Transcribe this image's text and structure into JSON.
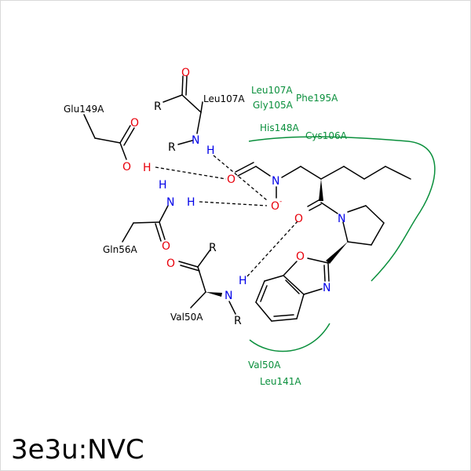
{
  "title": "3e3u:NVC",
  "colors": {
    "bond": "#000000",
    "oxygen": "#e8000b",
    "nitrogen": "#0000e8",
    "hydrogen": "#0000e8",
    "residue_green": "#0a8f3c",
    "frame": "#d9d9d9"
  },
  "residues": {
    "glu149": "Glu149A",
    "leu107_top": "Leu107A",
    "gln56": "Gln56A",
    "val50_left": "Val50A",
    "leu107_green": "Leu107A",
    "gly105": "Gly105A",
    "phe195": "Phe195A",
    "his148": "His148A",
    "cys106": "Cys106A",
    "val50_green": "Val50A",
    "leu141": "Leu141A"
  },
  "atoms": {
    "O": "O",
    "N": "N",
    "H": "H",
    "R": "R",
    "minus": "-"
  }
}
